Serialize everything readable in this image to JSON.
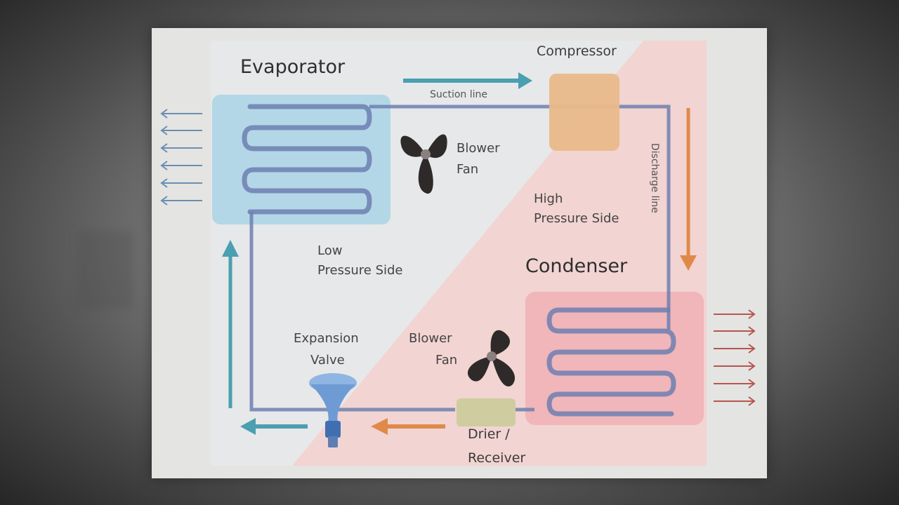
{
  "diagram": {
    "components": {
      "evaporator": "Evaporator",
      "compressor": "Compressor",
      "condenser": "Condenser",
      "expansion_valve_line1": "Expansion",
      "expansion_valve_line2": "Valve",
      "drier_line1": "Drier /",
      "drier_line2": "Receiver"
    },
    "fans": {
      "evaporator_fan_line1": "Blower",
      "evaporator_fan_line2": "Fan",
      "condenser_fan_line1": "Blower",
      "condenser_fan_line2": "Fan"
    },
    "lines": {
      "suction": "Suction line",
      "discharge": "Discharge line"
    },
    "zones": {
      "low_line1": "Low",
      "low_line2": "Pressure Side",
      "high_line1": "High",
      "high_line2": "Pressure Side"
    },
    "colors": {
      "low_side_flow": "#4a9fb0",
      "high_side_flow": "#e08a4a",
      "pipe": "#6d7fb0",
      "evaporator_fill": "#a9d3e6",
      "condenser_fill": "#efb3b6",
      "compressor_fill": "#e9b98a",
      "drier_fill": "#cfcca0",
      "valve_fill": "#7fa9dc",
      "high_zone": "#f3d2d0",
      "cold_air": "#6a8fb0",
      "hot_air": "#b5564f"
    }
  }
}
